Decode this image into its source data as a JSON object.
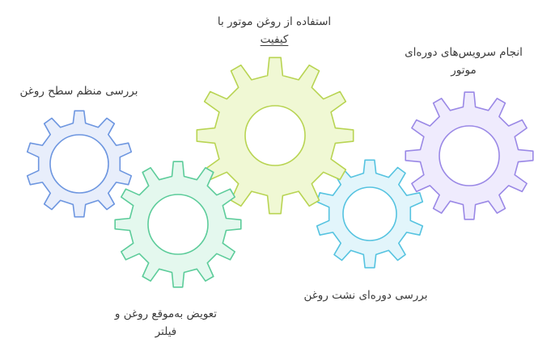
{
  "diagram": {
    "gears": [
      {
        "id": "oil-level-check",
        "label_lines": [
          "بررسی منظم سطح روغن"
        ],
        "stroke": "#6d96e0",
        "fill": "#e8eefb"
      },
      {
        "id": "quality-oil",
        "label_lines": [
          "استفاده از روغن موتور با",
          "کیفیت"
        ],
        "stroke": "#b8d452",
        "fill": "#f0f8d4"
      },
      {
        "id": "periodic-service",
        "label_lines": [
          "انجام سرویس‌های دوره‌ای",
          "موتور"
        ],
        "stroke": "#9a88e6",
        "fill": "#efebfd"
      },
      {
        "id": "oil-filter-change",
        "label_lines": [
          "تعویض به‌موقع روغن و",
          "فیلتر"
        ],
        "stroke": "#5ccc9a",
        "fill": "#e4f8ee"
      },
      {
        "id": "leak-check",
        "label_lines": [
          "بررسی دوره‌ای نشت روغن"
        ],
        "stroke": "#55c3e0",
        "fill": "#e2f5fb"
      }
    ]
  }
}
